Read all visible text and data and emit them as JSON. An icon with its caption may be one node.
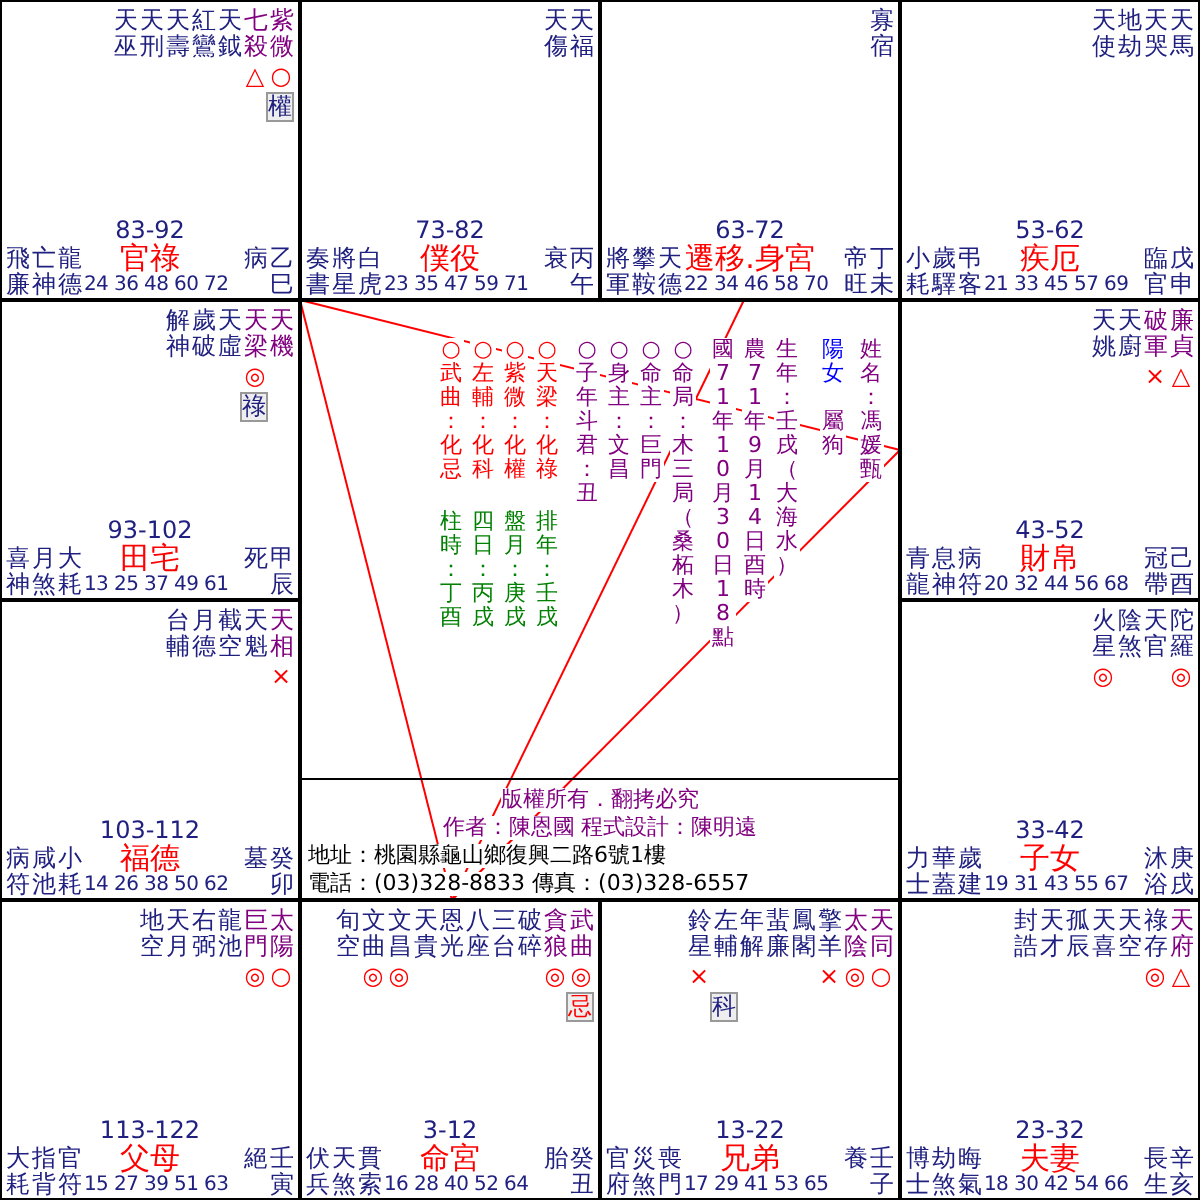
{
  "diagram": {
    "nodes": [
      {
        "text": [
          "天巫",
          "天刑",
          "天壽",
          "紅鸞",
          "天鉞",
          "七殺",
          "紫微",
          "△",
          "○",
          "權",
          "飛廉",
          "亡神",
          "龍德",
          "83-92",
          "官祿",
          "24 36 48 60 72",
          "病",
          "乙巳"
        ]
      },
      {
        "text": [
          "天傷",
          "天福",
          "奏書",
          "將星",
          "白虎",
          "73-82",
          "僕役",
          "23 35 47 59 71",
          "衰",
          "丙午"
        ]
      },
      {
        "text": [
          "寡宿",
          "將軍",
          "攀鞍",
          "天德",
          "63-72",
          "遷移.身宮",
          "22 34 46 58 70",
          "帝旺",
          "丁未"
        ]
      },
      {
        "text": [
          "天使",
          "地劫",
          "天哭",
          "天馬",
          "小耗",
          "歲驛",
          "弔客",
          "53-62",
          "疾厄",
          "21 33 45 57 69",
          "臨官",
          "戊申"
        ]
      },
      {
        "text": [
          "解神",
          "歲破",
          "天虛",
          "天梁",
          "天機",
          "◎",
          "祿",
          "喜神",
          "月煞",
          "大耗",
          "93-102",
          "田宅",
          "13 25 37 49 61",
          "死",
          "甲辰"
        ]
      },
      {
        "text": [
          "天姚",
          "天廚",
          "破軍",
          "廉貞",
          "×",
          "△",
          "青龍",
          "息神",
          "病符",
          "43-52",
          "財帛",
          "20 32 44 56 68",
          "冠帶",
          "己酉"
        ]
      },
      {
        "text": [
          "台輔",
          "月德",
          "截空",
          "天魁",
          "天相",
          "×",
          "病符",
          "咸池",
          "小耗",
          "103-112",
          "福德",
          "14 26 38 50 62",
          "墓",
          "癸卯"
        ]
      },
      {
        "text": [
          "火星",
          "陰煞",
          "天官",
          "陀羅",
          "◎",
          "◎",
          "力士",
          "華蓋",
          "歲建",
          "33-42",
          "子女",
          "19 31 43 55 67",
          "沐浴",
          "庚戌"
        ]
      },
      {
        "text": [
          "地空",
          "天月",
          "右弼",
          "龍池",
          "巨門",
          "太陽",
          "◎",
          "○",
          "大耗",
          "指背",
          "官符",
          "113-122",
          "父母",
          "15 27 39 51 63",
          "絕",
          "壬寅"
        ]
      },
      {
        "text": [
          "旬空",
          "文曲",
          "文昌",
          "天貴",
          "恩光",
          "八座",
          "三台",
          "破碎",
          "貪狼",
          "武曲",
          "◎",
          "◎",
          "◎",
          "◎",
          "忌",
          "伏兵",
          "天煞",
          "貫索",
          "3-12",
          "命宮",
          "16 28 40 52 64",
          "胎",
          "癸丑"
        ]
      },
      {
        "text": [
          "鈴星",
          "左輔",
          "年解",
          "蜚廉",
          "鳳閣",
          "擎羊",
          "太陰",
          "天同",
          "×",
          "×",
          "◎",
          "○",
          "科",
          "官府",
          "災煞",
          "喪門",
          "13-22",
          "兄弟",
          "17 29 41 53 65",
          "養",
          "壬子"
        ]
      },
      {
        "text": [
          "封誥",
          "天才",
          "孤辰",
          "天喜",
          "天空",
          "祿存",
          "天府",
          "◎",
          "△",
          "博士",
          "劫煞",
          "晦氣",
          "23-32",
          "夫妻",
          "18 30 42 54 66",
          "長生",
          "辛亥"
        ]
      }
    ],
    "edges": [
      {
        "from": 9,
        "to": 0,
        "arrow": "none"
      },
      {
        "from": 9,
        "to": 5,
        "arrow": "none"
      },
      {
        "from": 0,
        "to": 5,
        "arrow": "none"
      },
      {
        "from": 9,
        "to": 2,
        "arrow": "none"
      }
    ],
    "labels": [
      "○武曲：化忌",
      "○左輔：化科",
      "○紫微：化權",
      "○天梁：化祿",
      "○子年斗君：丑",
      "○身主：文昌",
      "○命主：巨門",
      "○命局：木三局（桑柘木）",
      "國71年10月30日18點",
      "農71年9月14日酉時",
      "生年：壬戌（大海水）",
      "陽女",
      "屬狗",
      "姓名：馮媛甄",
      "柱時：丁酉",
      "四日：丙戌",
      "盤月：庚戌",
      "排年：壬戌",
      "版權所有．翻拷必究",
      "作者：陳恩國 程式設計：陳明遠",
      "地址：桃園縣龜山鄉復興二路6號1樓",
      "電話：(03)328-8833 傳真：(03)328-6557"
    ]
  }
}
